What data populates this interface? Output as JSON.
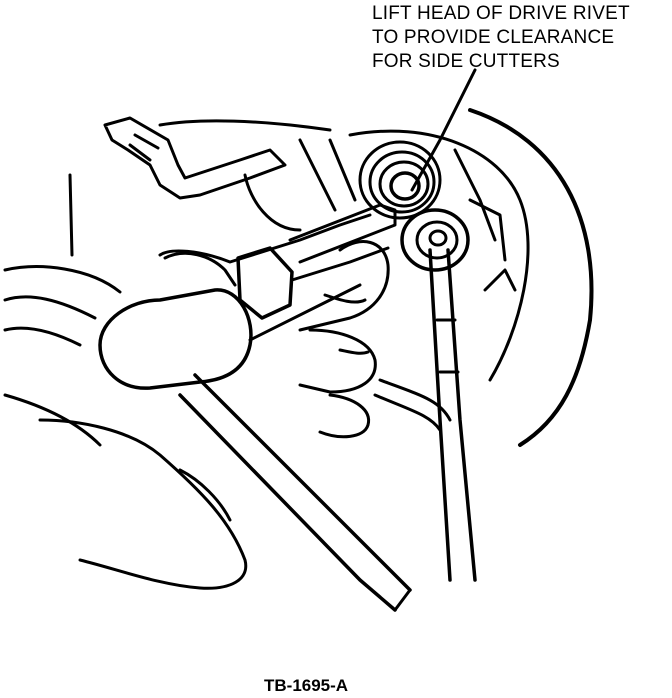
{
  "callout": {
    "lines": [
      "LIFT HEAD OF DRIVE RIVET",
      "TO PROVIDE CLEARANCE",
      "FOR SIDE CUTTERS"
    ]
  },
  "figure_id": "TB-1695-A",
  "colors": {
    "ink": "#000000",
    "paper": "#ffffff"
  }
}
